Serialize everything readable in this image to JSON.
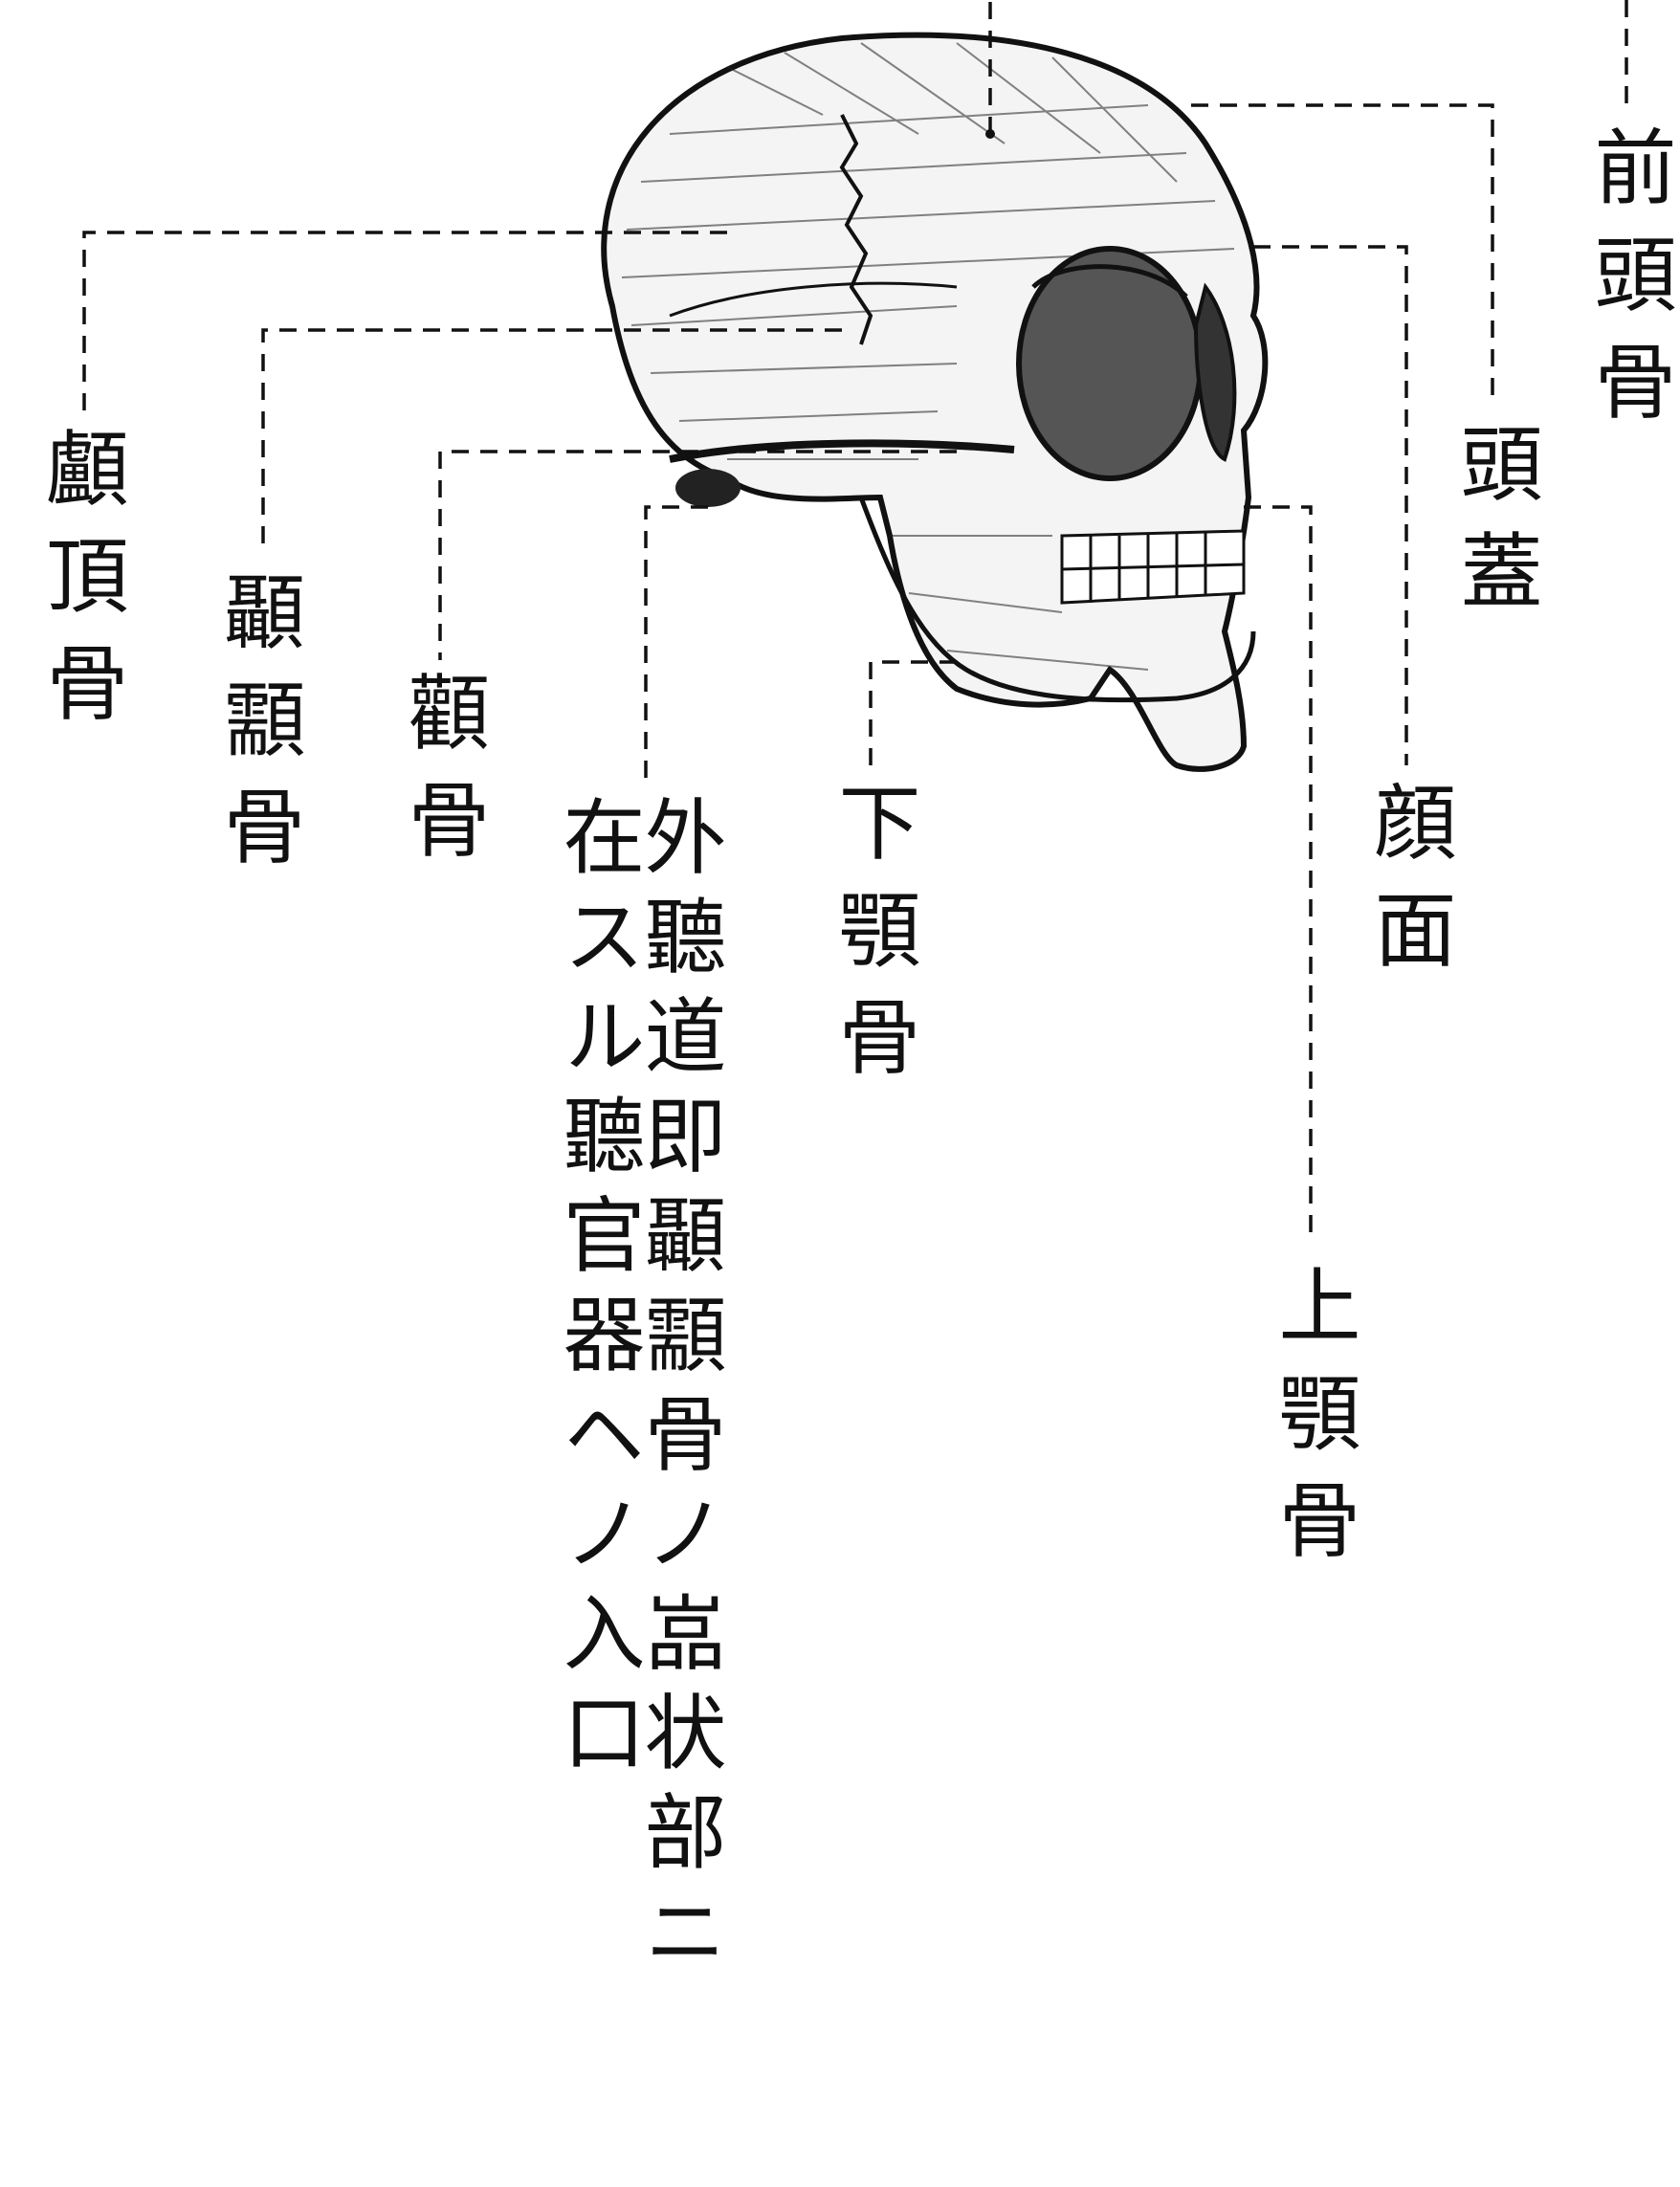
{
  "labels": {
    "frontal": "前頭骨",
    "cranium": "頭蓋",
    "face": "顔面",
    "maxilla": "上顎骨",
    "mandible": "下顎骨",
    "parietal": "顱頂骨",
    "temporal": "顳顬骨",
    "zygomatic": "顴骨",
    "ear_canal_col1": "外聽道即顳顬骨ノ嵓状部ニ",
    "ear_canal_col2": "在スル聽官器ヘノ入口"
  }
}
